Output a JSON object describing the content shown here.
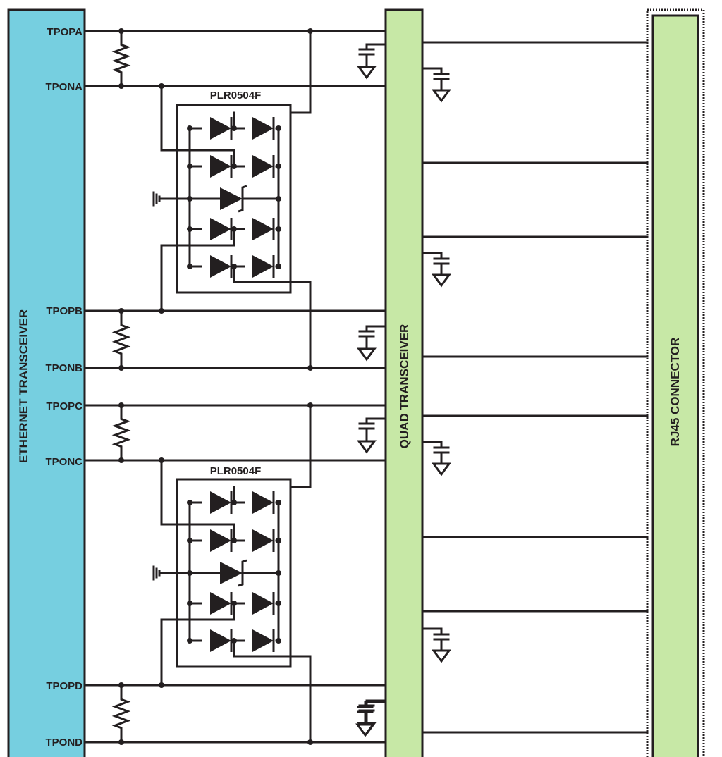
{
  "blocks": {
    "ethernet_transceiver": {
      "label": "ETHERNET TRANSCEIVER",
      "fill": "#76cfe0"
    },
    "quad_transceiver": {
      "label": "QUAD TRANSCEIVER",
      "fill": "#c7e8a6"
    },
    "rj45_connector": {
      "label": "RJ45 CONNECTOR",
      "fill": "#c7e8a6"
    }
  },
  "pins": [
    "TPOPA",
    "TPONA",
    "TPOPB",
    "TPONB",
    "TPOPC",
    "TPONC",
    "TPOPD",
    "TPOND"
  ],
  "tvs_arrays": [
    {
      "label": "PLR0504F"
    },
    {
      "label": "PLR0504F"
    }
  ],
  "colors": {
    "wire": "#231f20"
  }
}
